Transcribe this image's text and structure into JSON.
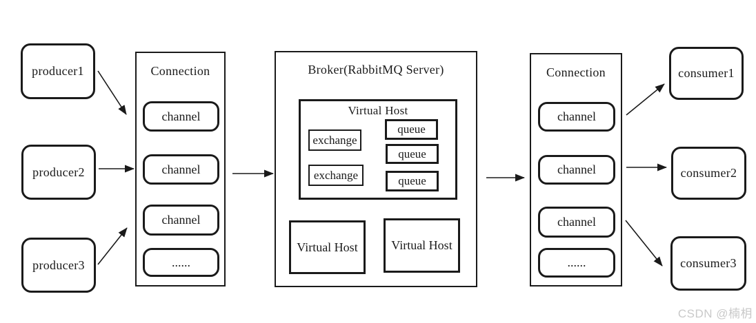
{
  "diagram": {
    "producers": [
      "producer1",
      "producer2",
      "producer3"
    ],
    "left_connection": {
      "title": "Connection",
      "channels": [
        "channel",
        "channel",
        "channel",
        "......"
      ]
    },
    "broker": {
      "title": "Broker(RabbitMQ Server)",
      "virtual_host": {
        "title": "Virtual Host",
        "exchanges": [
          "exchange",
          "exchange"
        ],
        "queues": [
          "queue",
          "queue",
          "queue"
        ]
      },
      "other_virtual_hosts": [
        "Virtual Host",
        "Virtual Host"
      ]
    },
    "right_connection": {
      "title": "Connection",
      "channels": [
        "channel",
        "channel",
        "channel",
        "......"
      ]
    },
    "consumers": [
      "consumer1",
      "consumer2",
      "consumer3"
    ],
    "watermark": "CSDN @楠枂"
  },
  "colors": {
    "stroke": "#1a1a1a",
    "watermark": "#c9c9c9",
    "background": "#ffffff"
  }
}
